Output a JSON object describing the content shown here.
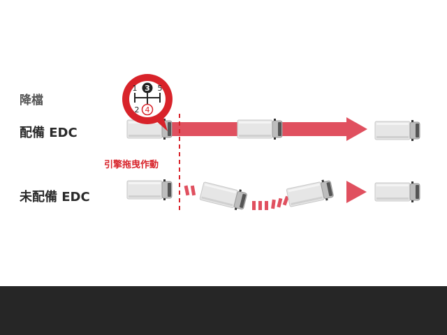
{
  "labels": {
    "downshift": "降檔",
    "with_edc": "配備 EDC",
    "without_edc": "未配備 EDC",
    "engine_brake": "引擎拖曳作動"
  },
  "gear_badge": {
    "left_top": "1",
    "center_top": "3",
    "right_top": "5",
    "left_bottom": "2",
    "center_bottom": "4"
  },
  "colors": {
    "accent_red": "#d8232a",
    "arrow_pink": "#e0505f",
    "dark_band": "#262626",
    "truck_body": "#e6e6e6",
    "truck_cab": "#bdbdbd"
  },
  "icons": [
    "truck-icon",
    "gear-shift-icon",
    "arrow-right-icon",
    "play-triangle-icon"
  ]
}
